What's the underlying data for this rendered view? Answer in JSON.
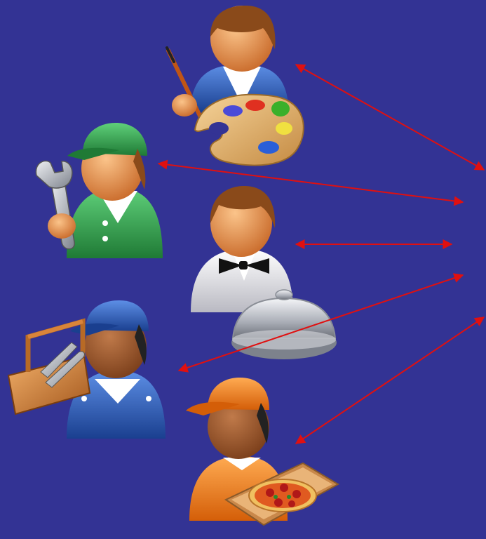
{
  "colors": {
    "background": "#333394",
    "arrow": "#e01010",
    "skin": "#e9955a",
    "hair": "#8a4a1a",
    "green": "#2fa24a",
    "blue": "#2a5fc0",
    "orange": "#f07a14",
    "white_shirt": "#eeeeee",
    "wood": "#b86a25",
    "silver": "#c9ccd3"
  },
  "figures": [
    {
      "role": "painter",
      "icon": "palette-icon"
    },
    {
      "role": "mechanic",
      "icon": "wrench-icon"
    },
    {
      "role": "waiter",
      "icon": "cloche-icon"
    },
    {
      "role": "handyman",
      "icon": "toolbox-icon"
    },
    {
      "role": "pizza delivery",
      "icon": "pizza-box-icon"
    }
  ],
  "arrows_count": 5
}
